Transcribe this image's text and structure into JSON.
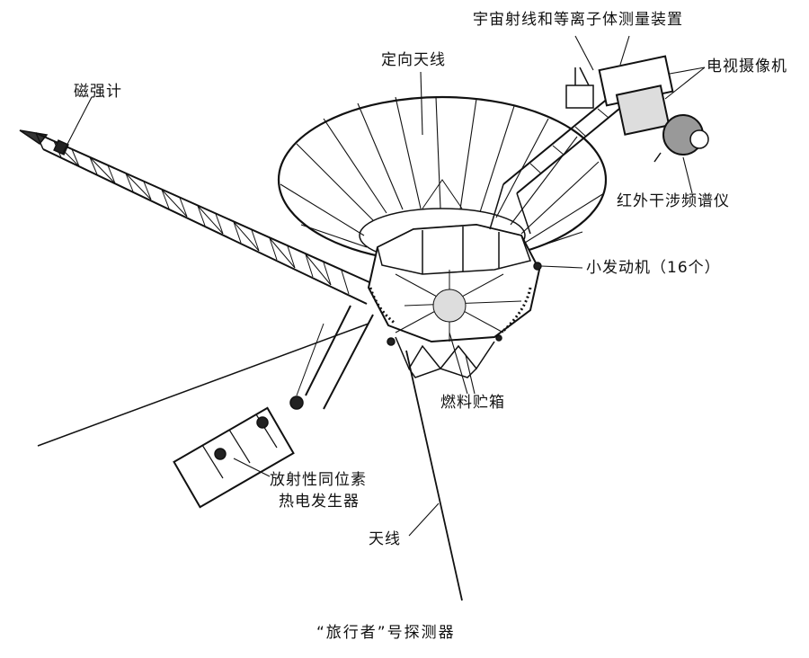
{
  "diagram": {
    "caption": "“旅行者”号探测器",
    "labels": {
      "cosmic_ray": "宇宙射线和等离子体测量装置",
      "high_gain_antenna": "定向天线",
      "tv_camera": "电视摄像机",
      "magnetometer": "磁强计",
      "ir_spectrometer": "红外干涉频谱仪",
      "thrusters": "小发动机（16个）",
      "fuel_tank": "燃料贮箱",
      "rtg_line1": "放射性同位素",
      "rtg_line2": "热电发生器",
      "antenna": "天线"
    },
    "colors": {
      "ink": "#111111",
      "paper": "#ffffff"
    }
  }
}
